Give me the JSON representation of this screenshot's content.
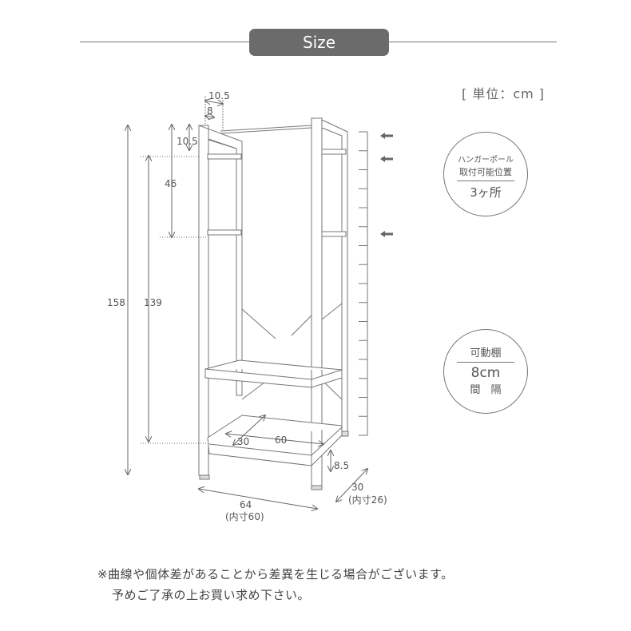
{
  "header": {
    "title": "Size"
  },
  "unit_label": "[ 単位：cm ]",
  "hanger_circle": {
    "line1": "ハンガーポール",
    "line2": "取付可能位置",
    "value": "3ヶ所"
  },
  "shelf_circle": {
    "line1": "可動棚",
    "value": "8cm",
    "line2": "間　隔"
  },
  "dimensions": {
    "top_width": "10.5",
    "top_inner": "8",
    "top_drop": "10.5",
    "hanger_range": "46",
    "total_height": "158",
    "shelf_height": "139",
    "shelf_depth": "30",
    "shelf_width": "60",
    "floor_clearance": "8.5",
    "depth": "30",
    "depth_inner": "(内寸26)",
    "width": "64",
    "width_inner": "(内寸60)"
  },
  "notes": [
    "※曲線や個体差があることから差異を生じる場合がございます。",
    "予めご了承の上お買い求め下さい。"
  ],
  "colors": {
    "badge": "#6b6b6b",
    "line": "#777777",
    "arrow": "#666666"
  }
}
